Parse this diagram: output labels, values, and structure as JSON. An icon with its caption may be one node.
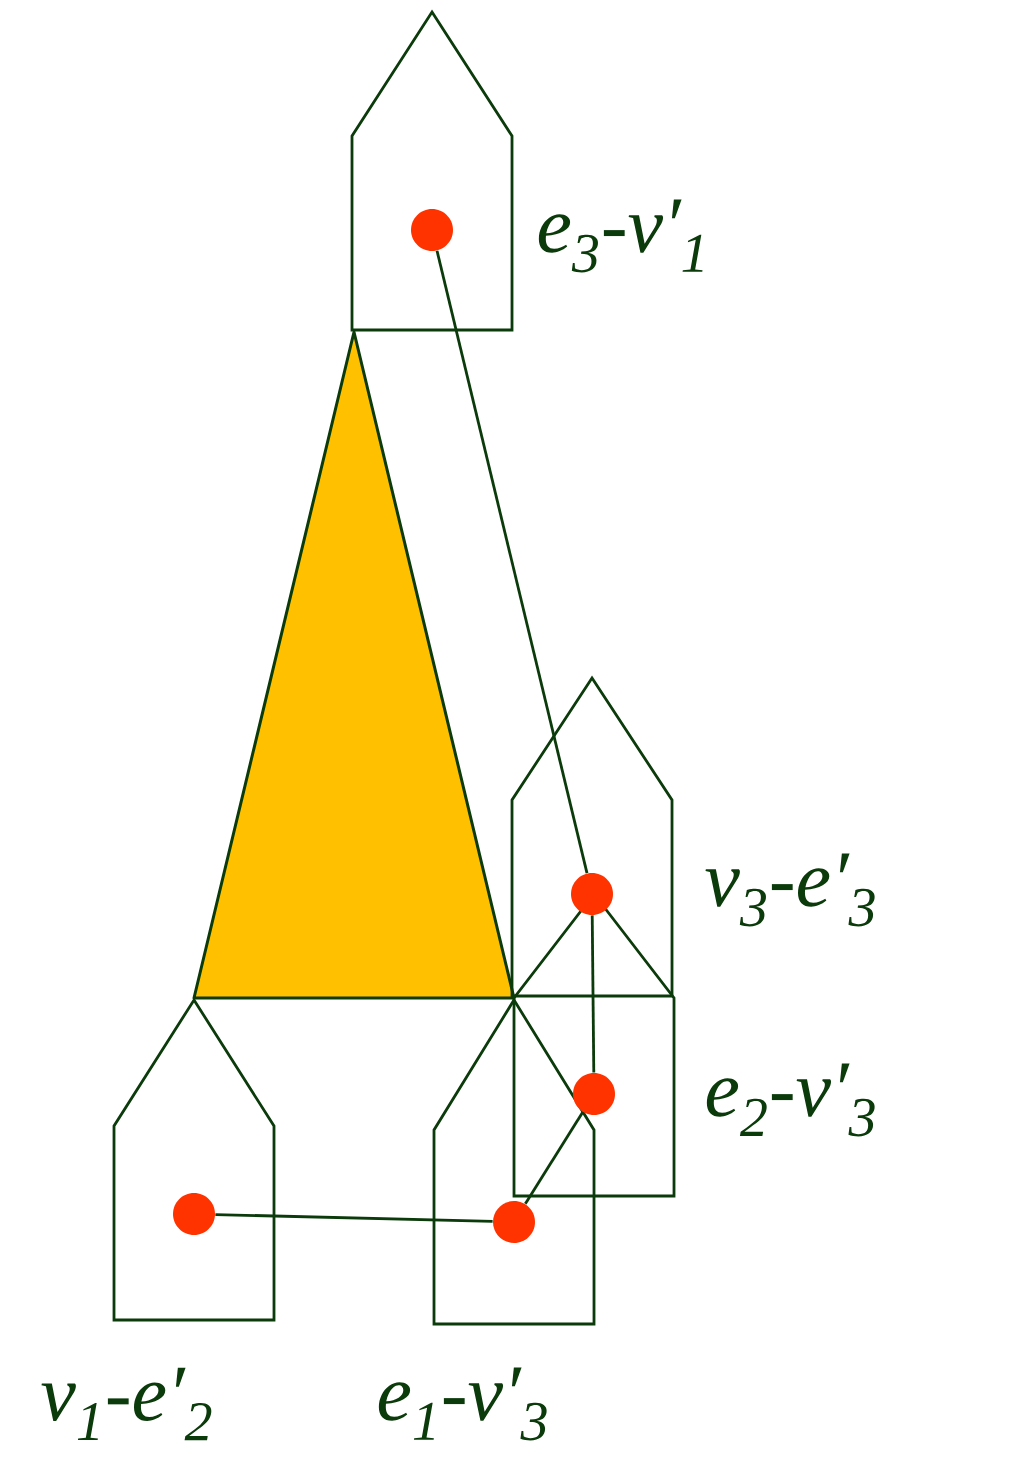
{
  "diagram": {
    "nodes": [
      {
        "text": [
          "e$_{3}$-v′$_{1}$"
        ]
      },
      {
        "text": [
          "v$_{3}$-e′$_{3}$"
        ]
      },
      {
        "text": [
          "e$_{2}$-v′$_{3}$"
        ]
      },
      {
        "text": [
          "v$_{1}$-e′$_{2}$"
        ]
      },
      {
        "text": [
          "e$_{1}$-v′$_{3}$"
        ]
      },
      {
        "text": [],
        "shape": "circle",
        "in": 0
      },
      {
        "text": [],
        "shape": "circle",
        "in": 1
      },
      {
        "text": [],
        "shape": "circle",
        "in": 2
      },
      {
        "text": [],
        "shape": "circle",
        "in": 3
      },
      {
        "text": [],
        "shape": "circle",
        "in": 4
      }
    ],
    "edges": [
      {
        "from": 5,
        "to": 6,
        "arrow": "none"
      },
      {
        "from": 6,
        "to": 7,
        "arrow": "none"
      },
      {
        "from": 7,
        "to": 9,
        "arrow": "none"
      },
      {
        "from": 9,
        "to": 8,
        "arrow": "none"
      }
    ]
  }
}
